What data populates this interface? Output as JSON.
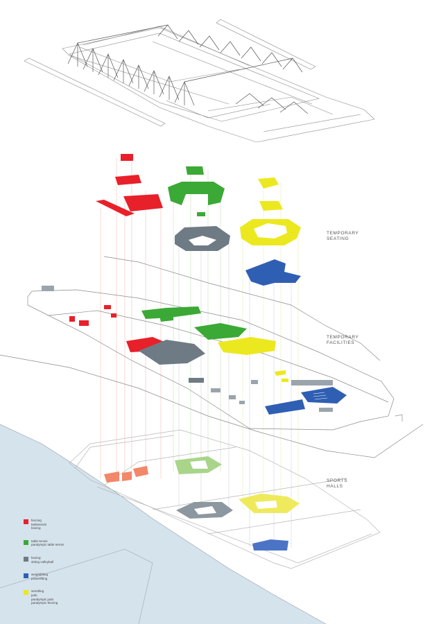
{
  "labels": {
    "temporary_seating": [
      "TEMPORARY",
      "SEATING"
    ],
    "temporary_facilities": [
      "TEMPORARY",
      "FACILITIES"
    ],
    "sports_halls": [
      "SPORTS",
      "HALLS"
    ]
  },
  "colors": {
    "red": "#e8202a",
    "green": "#3ba935",
    "grey": "#6e7b85",
    "blue": "#2f5fb3",
    "yellow": "#ece81f",
    "water": "#d5e3ec",
    "line": "#9a9a9a"
  },
  "legend": [
    {
      "color": "#e8202a",
      "lines": [
        "fencing",
        "taekwondo",
        "boxing"
      ]
    },
    {
      "color": "#3ba935",
      "lines": [
        "table tennis",
        "paralympic table tennis"
      ]
    },
    {
      "color": "#6e7b85",
      "lines": [
        "boxing",
        "sitting volleyball"
      ]
    },
    {
      "color": "#2f5fb3",
      "lines": [
        "weightlifting",
        "powerlifting"
      ]
    },
    {
      "color": "#ece81f",
      "lines": [
        "wrestling",
        "judo",
        "paralympic judo",
        "paralympic fencing"
      ]
    }
  ]
}
